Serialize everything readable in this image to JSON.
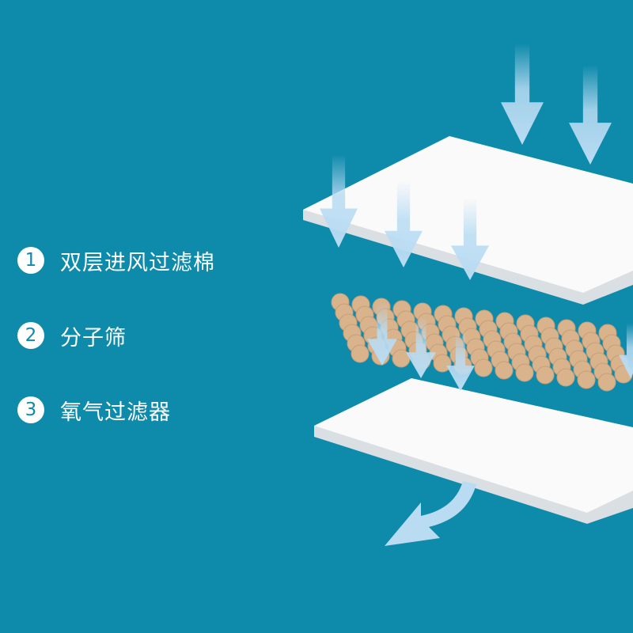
{
  "colors": {
    "background": "#0e8aab",
    "filter_sheet": "#fafafa",
    "filter_edge": "#d9dfe3",
    "sieve_bead": "#d9b38c",
    "airflow_arrow": "#b9dcf3",
    "badge_text": "#0e8aab"
  },
  "legend": {
    "items": [
      {
        "number": "1",
        "label": "双层进风过滤棉"
      },
      {
        "number": "2",
        "label": "分子筛"
      },
      {
        "number": "3",
        "label": "氧气过滤器"
      }
    ]
  },
  "icons": {
    "airflow": "arrow-down-icon",
    "outflow": "curved-arrow-icon"
  }
}
